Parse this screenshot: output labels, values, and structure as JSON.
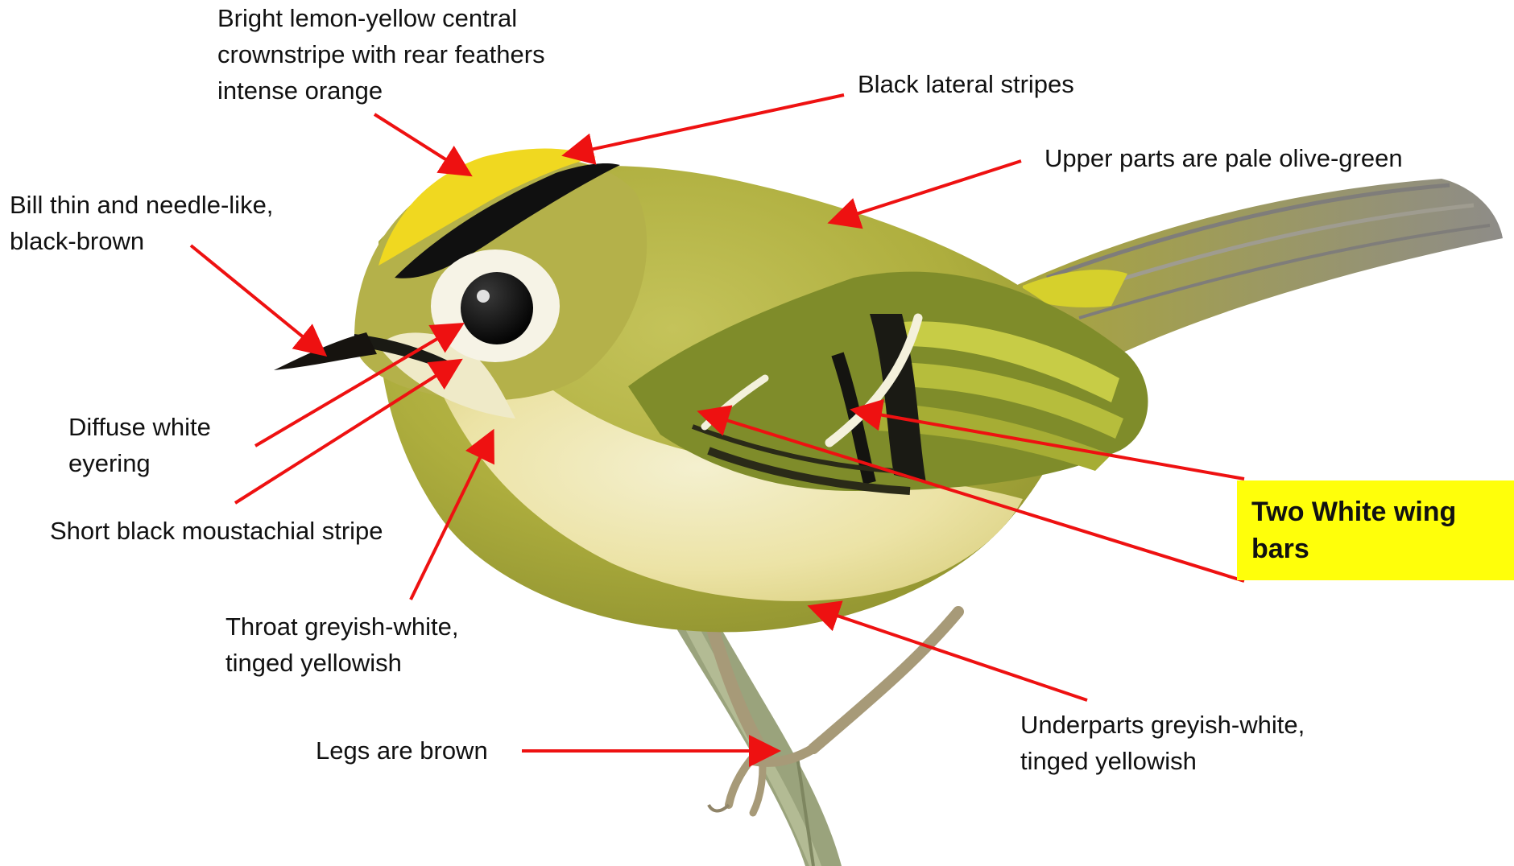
{
  "labels": {
    "crown": [
      "Bright lemon-yellow central",
      "crownstripe with rear feathers",
      "intense orange"
    ],
    "lateral": [
      "Black lateral stripes"
    ],
    "upperparts": [
      "Upper parts are pale olive-green"
    ],
    "bill": [
      "Bill thin and needle-like,",
      "black-brown"
    ],
    "eyering": [
      "Diffuse white",
      "eyering"
    ],
    "moustache": [
      "Short black moustachial stripe"
    ],
    "throat": [
      "Throat greyish-white,",
      "tinged yellowish"
    ],
    "legs": [
      "Legs are brown"
    ],
    "underparts": [
      "Underparts greyish-white,",
      "tinged yellowish"
    ]
  },
  "callout": [
    "Two White  wing",
    "bars"
  ],
  "colors": {
    "arrow": "#ee1111",
    "callout_bg": "#ffff0a",
    "text": "#111111"
  }
}
